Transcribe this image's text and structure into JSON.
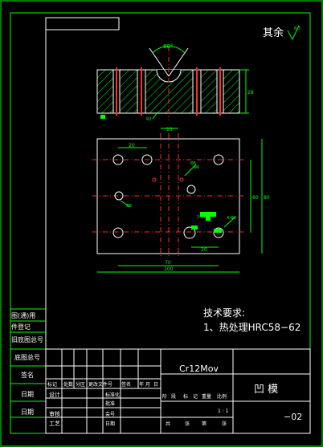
{
  "roughness_note": {
    "label": "其余",
    "value": "6.3"
  },
  "section_view": {
    "angle": "60°",
    "height_dim": "28",
    "roughness_small": "R2"
  },
  "plan_view": {
    "dims": {
      "top_offset": "15",
      "left_offset": "20",
      "width_inner": "70",
      "width_total": "100",
      "bottom_offset": "20",
      "height_inner": "60",
      "height_outer": "80",
      "hole_small": "Φ6",
      "hole_pin": "Φ8",
      "hole_big": "2-Φ8",
      "hole_mid": "4-Φ8",
      "r_small": "Φ5"
    }
  },
  "tech_requirements": {
    "title": "技术要求:",
    "item1": "1、热处理HRC58−62"
  },
  "left_strip": {
    "labels": [
      "图(通)用",
      "件登记",
      "旧底图总号",
      "底图总号",
      "签名",
      "日期",
      "日期"
    ]
  },
  "title_block": {
    "material": "Cr12Mov",
    "part_name": "凹  模",
    "drawing_no": "−02",
    "scale": "1 : 1",
    "header_row": [
      "标记",
      "处数",
      "分区",
      "更改文件号",
      "签名",
      "年",
      "月",
      "日"
    ],
    "roles": [
      "设计",
      "审核",
      "工艺"
    ],
    "roles_right": [
      "标准化",
      "批准",
      "会号",
      "日期"
    ],
    "stage_labels": [
      "阶",
      "段",
      "标",
      "记",
      "重量",
      "比例"
    ],
    "sheet_labels": [
      "共",
      "张",
      "第",
      "张"
    ]
  }
}
